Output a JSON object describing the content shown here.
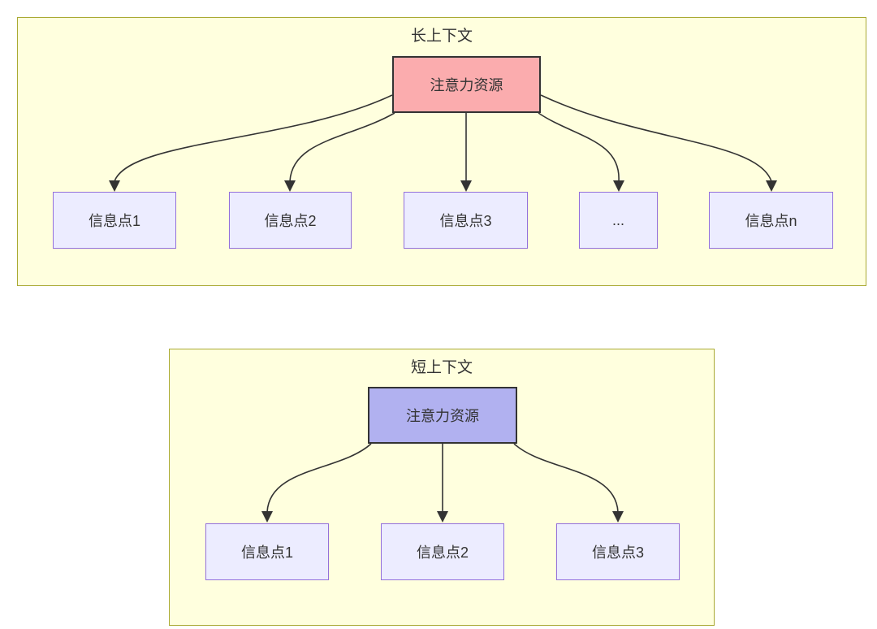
{
  "diagram": {
    "type": "flowchart",
    "colors": {
      "group_fill": "#ffffde",
      "group_border": "#aaaa33",
      "child_fill": "#ececff",
      "child_border": "#9370db",
      "long_root_fill": "#fbacae",
      "short_root_fill": "#b1b1f0",
      "root_border": "#333333",
      "edge": "#333333",
      "text": "#333333"
    },
    "groups": [
      {
        "title": "长上下文",
        "root": {
          "label": "注意力资源",
          "fill": "#fbacae"
        },
        "children": [
          {
            "label": "信息点1"
          },
          {
            "label": "信息点2"
          },
          {
            "label": "信息点3"
          },
          {
            "label": "..."
          },
          {
            "label": "信息点n"
          }
        ]
      },
      {
        "title": "短上下文",
        "root": {
          "label": "注意力资源",
          "fill": "#b1b1f0"
        },
        "children": [
          {
            "label": "信息点1"
          },
          {
            "label": "信息点2"
          },
          {
            "label": "信息点3"
          }
        ]
      }
    ]
  }
}
